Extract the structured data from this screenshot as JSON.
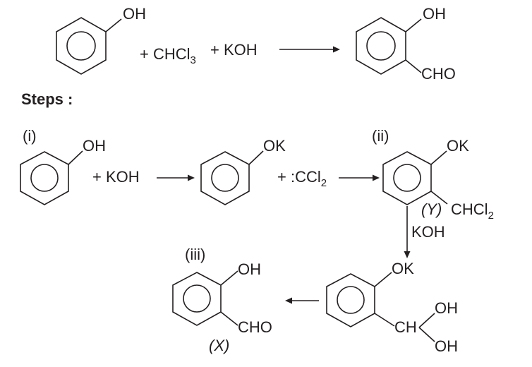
{
  "main_reaction": {
    "reactant_group": "OH",
    "reagent1": "+ CHCl",
    "reagent1_sub": "3",
    "reagent2": "+ KOH",
    "product_group_top": "OH",
    "product_group_bottom": "CHO"
  },
  "steps_heading": "Steps :",
  "step1": {
    "tag": "(i)",
    "reactant_group": "OH",
    "reagent": "+ KOH",
    "product_group": "OK",
    "next_reagent": "+ :CCl",
    "next_reagent_sub": "2"
  },
  "step2": {
    "tag": "(ii)",
    "group_top": "OK",
    "intermediate_label": "(Y)",
    "group_side": "CHCl",
    "group_side_sub": "2",
    "down_reagent": "KOH"
  },
  "step3": {
    "group_top": "OK",
    "ch_label": "CH",
    "oh_upper": "OH",
    "oh_lower": "OH"
  },
  "final": {
    "tag": "(iii)",
    "group_top": "OH",
    "group_bottom": "CHO",
    "product_label": "(X)"
  }
}
